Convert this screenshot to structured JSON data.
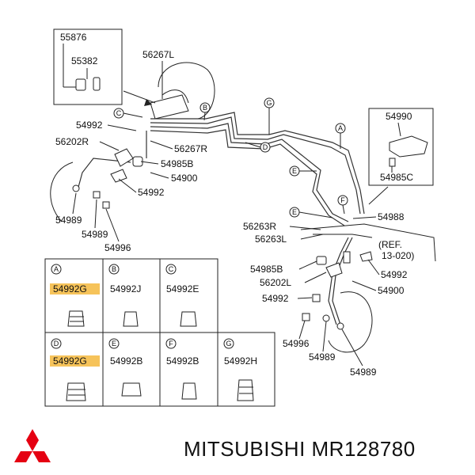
{
  "callouts": {
    "p55876": "55876",
    "p55382": "55382",
    "p56267L": "56267L",
    "p54992_a": "54992",
    "p56202R": "56202R",
    "p56267R": "56267R",
    "p54985B_a": "54985B",
    "p54900_a": "54900",
    "p54992_b": "54992",
    "p54989_a": "54989",
    "p54989_b": "54989",
    "p54996_a": "54996",
    "p54990": "54990",
    "p54985C": "54985C",
    "p54988": "54988",
    "p56263R": "56263R",
    "p56263L": "56263L",
    "ref": "(REF.",
    "ref2": "13-020)",
    "p54985B_b": "54985B",
    "p56202L": "56202L",
    "p54992_c": "54992",
    "p54992_d": "54992",
    "p54900_b": "54900",
    "p54996_b": "54996",
    "p54989_c": "54989",
    "p54989_d": "54989"
  },
  "circle_letters": {
    "a": "A",
    "b": "B",
    "c": "C",
    "d": "D",
    "e": "E",
    "f": "F",
    "g": "G",
    "c2": "C",
    "d2": "D",
    "e2": "E",
    "f2": "F",
    "g2": "G",
    "a2": "A",
    "b2": "B"
  },
  "table": {
    "cells": [
      {
        "letter": "A",
        "part": "54992G",
        "highlight": true
      },
      {
        "letter": "B",
        "part": "54992J",
        "highlight": false
      },
      {
        "letter": "C",
        "part": "54992E",
        "highlight": false
      },
      {
        "letter": "D",
        "part": "54992G",
        "highlight": true
      },
      {
        "letter": "E",
        "part": "54992B",
        "highlight": false
      },
      {
        "letter": "F",
        "part": "54992B",
        "highlight": false
      },
      {
        "letter": "G",
        "part": "54992H",
        "highlight": false
      }
    ]
  },
  "colors": {
    "highlight": "#f6c35a",
    "logo_red": "#e50012"
  },
  "footer": {
    "brand_text": "MITSUBISHI MR128780"
  },
  "logo": {
    "icon": "mitsubishi-three-diamonds-logo"
  }
}
